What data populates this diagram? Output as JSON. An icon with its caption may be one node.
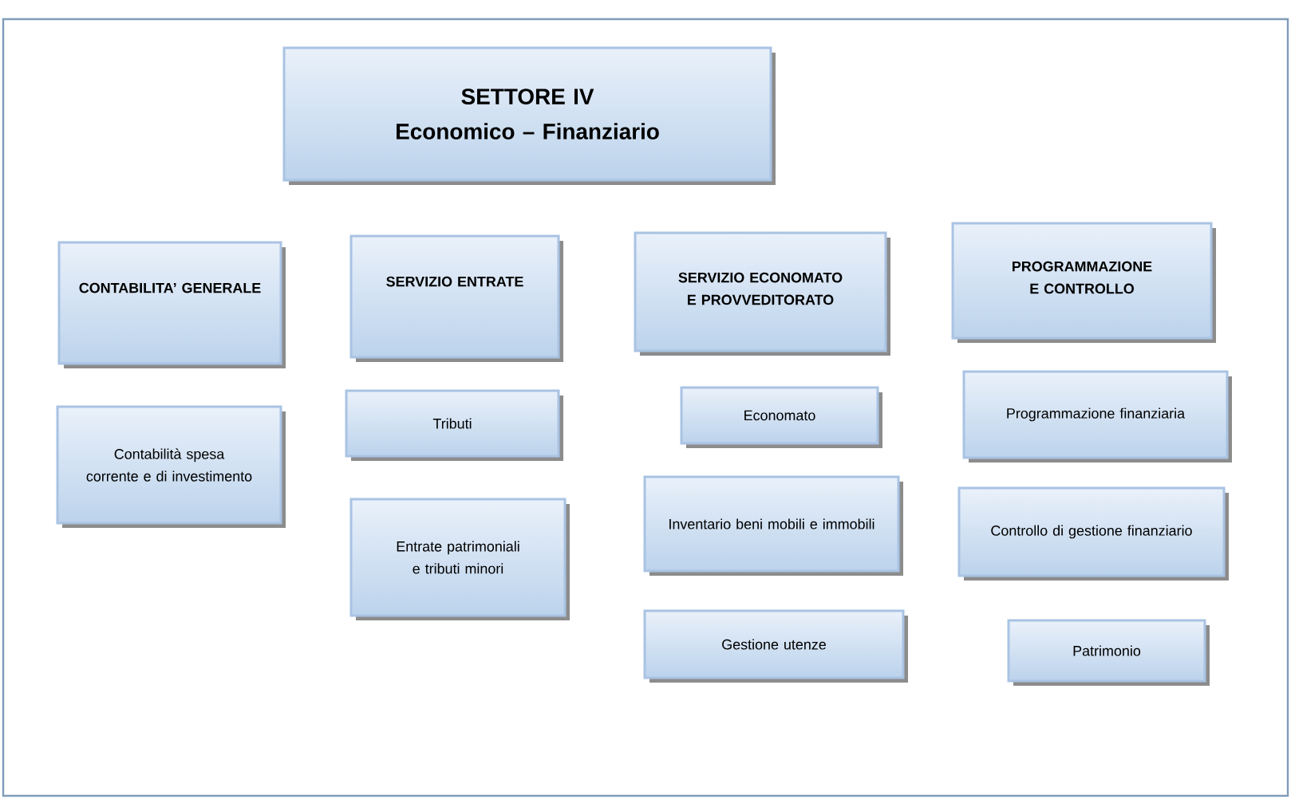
{
  "diagram": {
    "nodes": [
      {
        "text": [
          "SETTORE IV",
          "Economico – Finanziario"
        ]
      },
      {
        "text": [
          "CONTABILITA’ GENERALE"
        ]
      },
      {
        "text": [
          "SERVIZIO ENTRATE"
        ]
      },
      {
        "text": [
          "SERVIZIO ECONOMATO E PROVVEDITORATO"
        ]
      },
      {
        "text": [
          "PROGRAMMAZIONE E CONTROLLO"
        ]
      },
      {
        "text": [
          "Contabilità spesa corrente e di investimento"
        ]
      },
      {
        "text": [
          "Tributi"
        ]
      },
      {
        "text": [
          "Entrate patrimoniali e tributi minori"
        ]
      },
      {
        "text": [
          "Economato"
        ]
      },
      {
        "text": [
          "Inventario beni mobili e immobili"
        ]
      },
      {
        "text": [
          "Gestione utenze"
        ]
      },
      {
        "text": [
          "Programmazione finanziaria"
        ]
      },
      {
        "text": [
          "Controllo di gestione finanziario"
        ]
      },
      {
        "text": [
          "Patrimonio"
        ]
      }
    ]
  }
}
